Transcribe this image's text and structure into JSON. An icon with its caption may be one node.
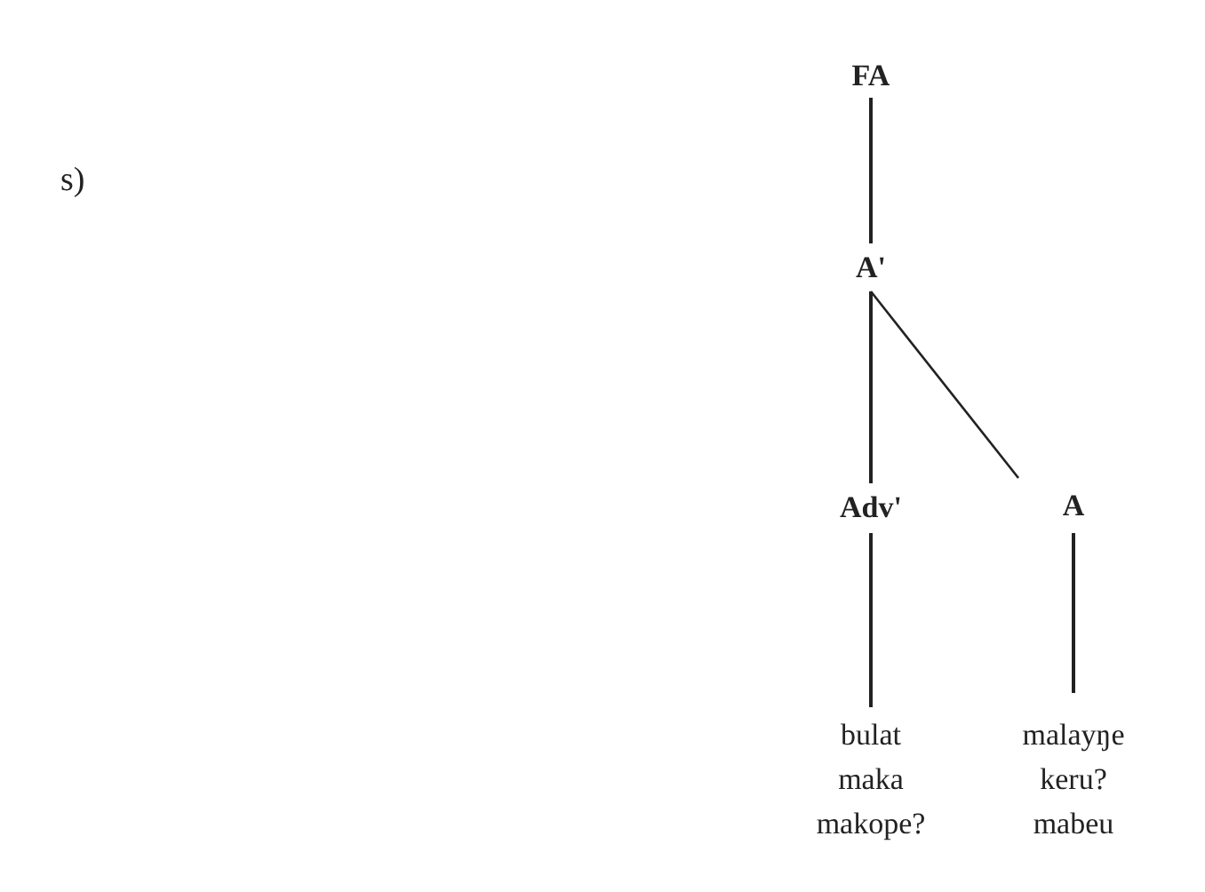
{
  "diagram": {
    "nodes": [
      {
        "text": [
          "FA"
        ]
      },
      {
        "text": [
          "A'"
        ]
      },
      {
        "text": [
          "Adv'"
        ]
      },
      {
        "text": [
          "A"
        ]
      },
      {
        "text": [
          "bulat maka makope?"
        ]
      },
      {
        "text": [
          "malayŋe keru? mabeu"
        ]
      }
    ],
    "edges": [
      {
        "from": 0,
        "to": 1,
        "arrow": "none"
      },
      {
        "from": 1,
        "to": 2,
        "arrow": "none"
      },
      {
        "from": 1,
        "to": 3,
        "arrow": "none"
      },
      {
        "from": 2,
        "to": 4,
        "arrow": "none"
      },
      {
        "from": 3,
        "to": 5,
        "arrow": "none"
      }
    ],
    "labels": [
      "s)"
    ]
  }
}
